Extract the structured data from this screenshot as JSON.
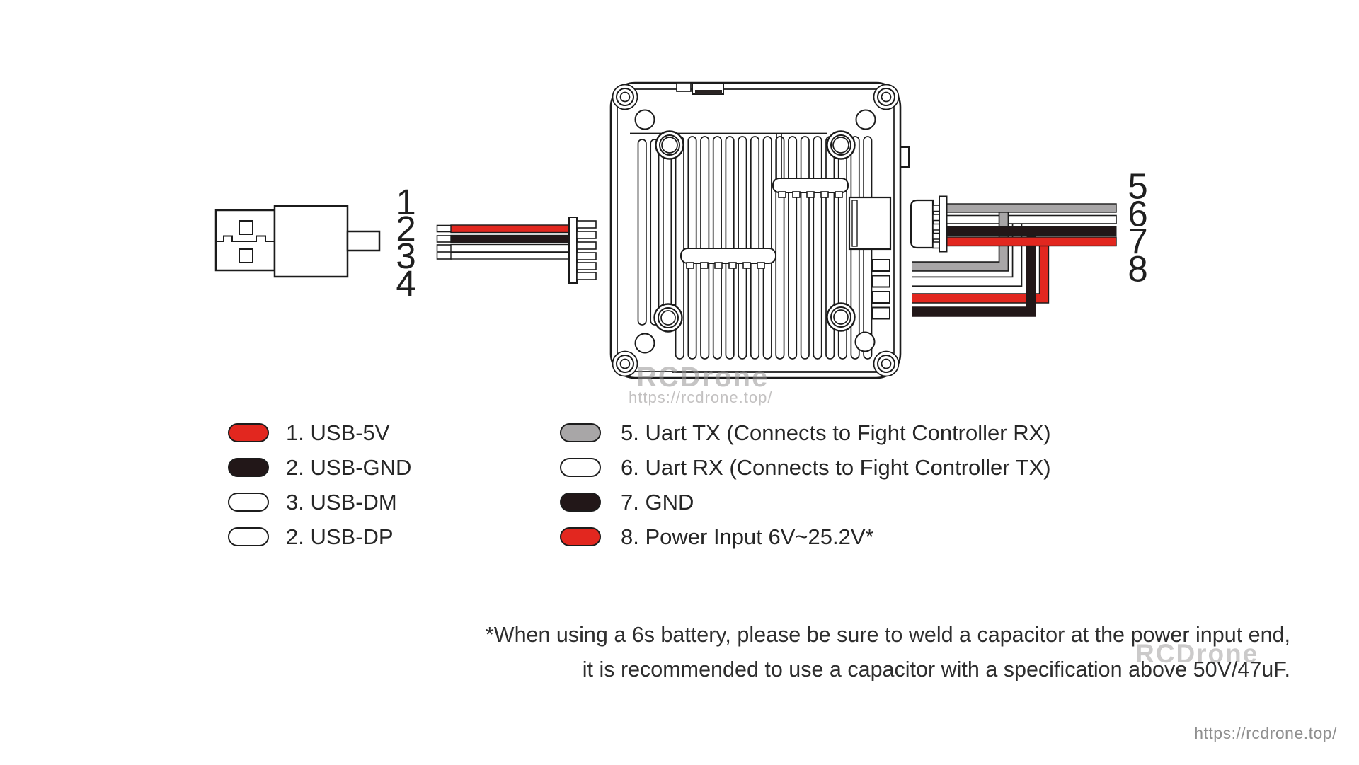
{
  "pins": {
    "usb": [
      "1",
      "2",
      "3",
      "4"
    ],
    "uart": [
      "5",
      "6",
      "7",
      "8"
    ]
  },
  "legend_left": [
    {
      "num_label": "1. USB-5V",
      "swatch": "#e2271f"
    },
    {
      "num_label": "2. USB-GND",
      "swatch": "#221718"
    },
    {
      "num_label": "3. USB-DM",
      "swatch": "#ffffff"
    },
    {
      "num_label": "2. USB-DP",
      "swatch": "#ffffff"
    }
  ],
  "legend_right": [
    {
      "num_label": "5. Uart TX (Connects to Fight Controller RX)",
      "swatch": "#a8a6a7"
    },
    {
      "num_label": "6. Uart RX (Connects to Fight Controller TX)",
      "swatch": "#ffffff"
    },
    {
      "num_label": "7. GND",
      "swatch": "#221718"
    },
    {
      "num_label": "8. Power Input 6V~25.2V*",
      "swatch": "#e2271f"
    }
  ],
  "footnote": {
    "line1": "*When using a 6s battery, please be sure to weld a capacitor at the power input end,",
    "line2": "it is recommended to use a capacitor with a specification above 50V/47uF."
  },
  "watermarks": {
    "center_brand": "RCDrone",
    "center_url": "https://rcdrone.top/",
    "footer_brand": "RCDrone",
    "footer_url": "https://rcdrone.top/"
  },
  "colors": {
    "wire_red": "#e2271f",
    "wire_black": "#221718",
    "wire_gray": "#a8a6a7",
    "wire_white": "#ffffff",
    "outline": "#1b1b1b"
  }
}
